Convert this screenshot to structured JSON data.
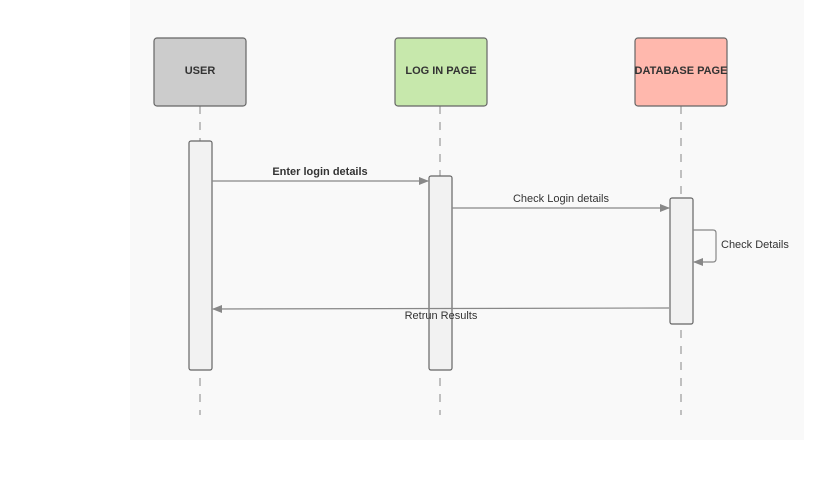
{
  "colors": {
    "canvas": "#f9f9f9",
    "stroke": "#666666",
    "arrow": "#888888",
    "activation_fill": "#f2f2f2"
  },
  "actors": [
    {
      "id": "user",
      "label": "USER",
      "fill": "#cccccc"
    },
    {
      "id": "login",
      "label": "LOG IN PAGE",
      "fill": "#c7e8ac"
    },
    {
      "id": "db",
      "label": "DATABASE PAGE",
      "fill": "#ffb8ad"
    }
  ],
  "messages": [
    {
      "from": "user",
      "to": "login",
      "label": "Enter login details",
      "bold": true
    },
    {
      "from": "login",
      "to": "db",
      "label": "Check Login details",
      "bold": false
    },
    {
      "from": "db",
      "to": "db",
      "label": "Check Details",
      "bold": false
    },
    {
      "from": "db",
      "to": "user",
      "label": "Retrun Results",
      "bold": false
    }
  ]
}
